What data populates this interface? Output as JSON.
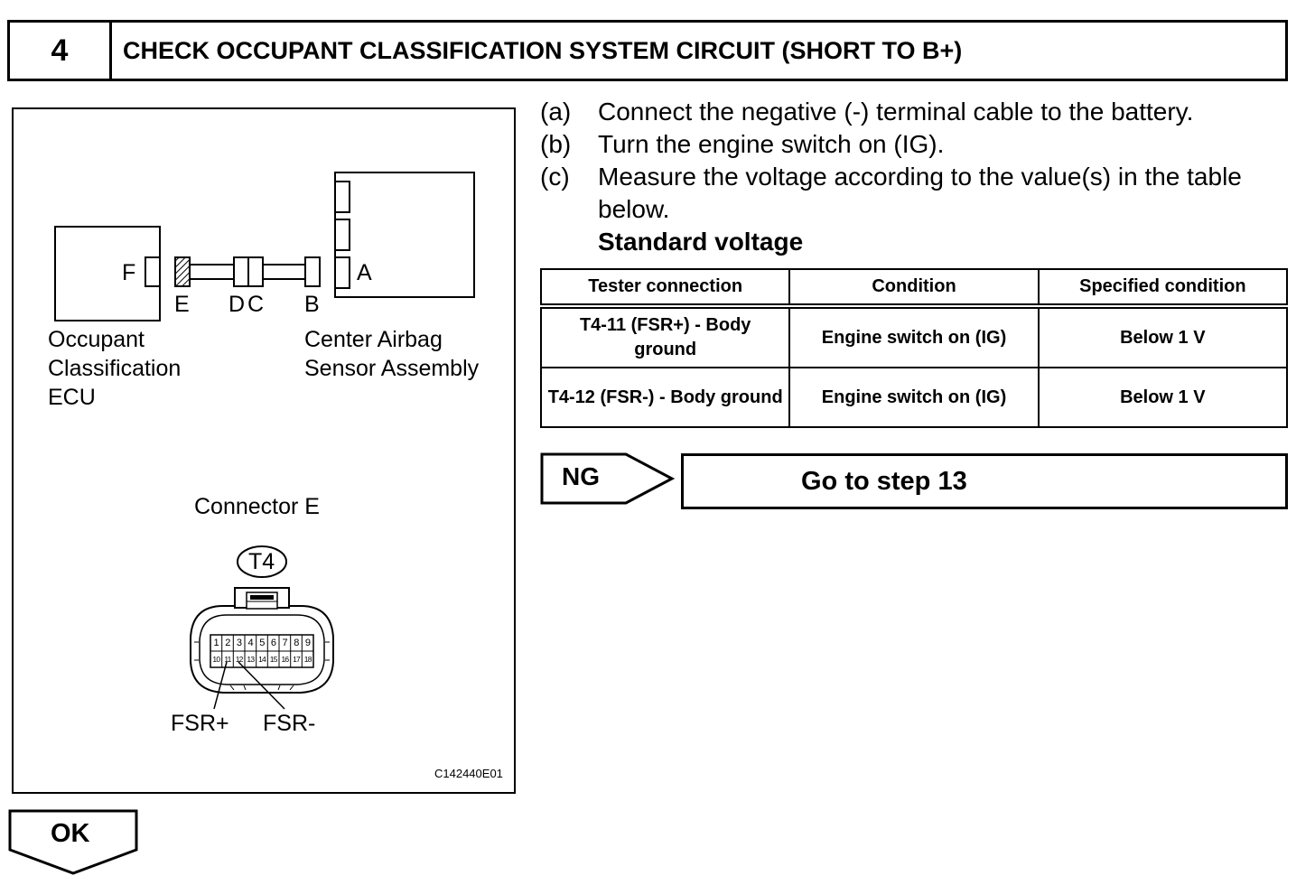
{
  "header": {
    "step_number": "4",
    "title": "CHECK OCCUPANT CLASSIFICATION SYSTEM CIRCUIT (SHORT TO B+)"
  },
  "diagram": {
    "connector_f": "F",
    "connector_e": "E",
    "connector_d": "D",
    "connector_c": "C",
    "connector_b": "B",
    "connector_a": "A",
    "ecu_label": [
      "Occupant",
      "Classification",
      "ECU"
    ],
    "sensor_label": [
      "Center Airbag",
      "Sensor Assembly"
    ],
    "connector_title": "Connector E",
    "connector_id": "T4",
    "pin_row1": [
      "1",
      "2",
      "3",
      "4",
      "5",
      "6",
      "7",
      "8",
      "9"
    ],
    "pin_row2": [
      "10",
      "11",
      "12",
      "13",
      "14",
      "15",
      "16",
      "17",
      "18"
    ],
    "fsr_plus": "FSR+",
    "fsr_minus": "FSR-",
    "drawing_code": "C142440E01"
  },
  "steps": [
    {
      "letter": "(a)",
      "text": "Connect the negative (-) terminal cable to the battery."
    },
    {
      "letter": "(b)",
      "text": "Turn the engine switch on (IG)."
    },
    {
      "letter": "(c)",
      "text": "Measure the voltage according to the value(s) in the table below."
    }
  ],
  "standard_label": "Standard voltage",
  "table": {
    "headers": [
      "Tester connection",
      "Condition",
      "Specified condition"
    ],
    "rows": [
      [
        "T4-11 (FSR+) - Body ground",
        "Engine switch on (IG)",
        "Below 1 V"
      ],
      [
        "T4-12 (FSR-) - Body ground",
        "Engine switch on (IG)",
        "Below 1 V"
      ]
    ]
  },
  "ng_label": "NG",
  "goto_text": "Go to step 13",
  "ok_label": "OK"
}
